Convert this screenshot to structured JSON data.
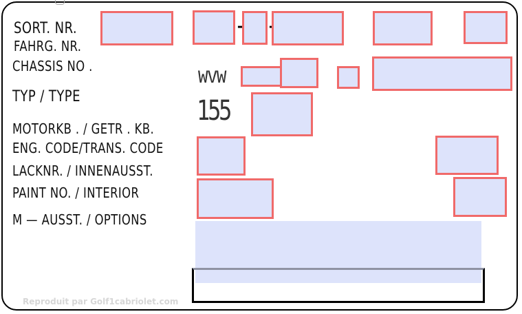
{
  "labels": {
    "sort_nr": "SORT. NR.",
    "fahrg_nr": "FAHRG. NR.",
    "chassis_no": "CHASSIS NO .",
    "typ_type": "TYP / TYPE",
    "motorkb_getr": "MOTORKB . / GETR . KB.",
    "eng_code": "ENG. CODE/TRANS. CODE",
    "lacknr": "LACKNR. / INNENAUSST.",
    "paint_no": "PAINT NO. / INTERIOR",
    "m_ausst": "M — AUSST. / OPTIONS"
  },
  "printed": {
    "chassis_prefix": "WVW",
    "type_value": "155",
    "separator_1": "-",
    "separator_2": "-"
  },
  "watermark": "Reproduit par Golf1cabriolet.com",
  "colors": {
    "redaction_fill": "#dde3fb",
    "redaction_border": "#f06a6a"
  }
}
